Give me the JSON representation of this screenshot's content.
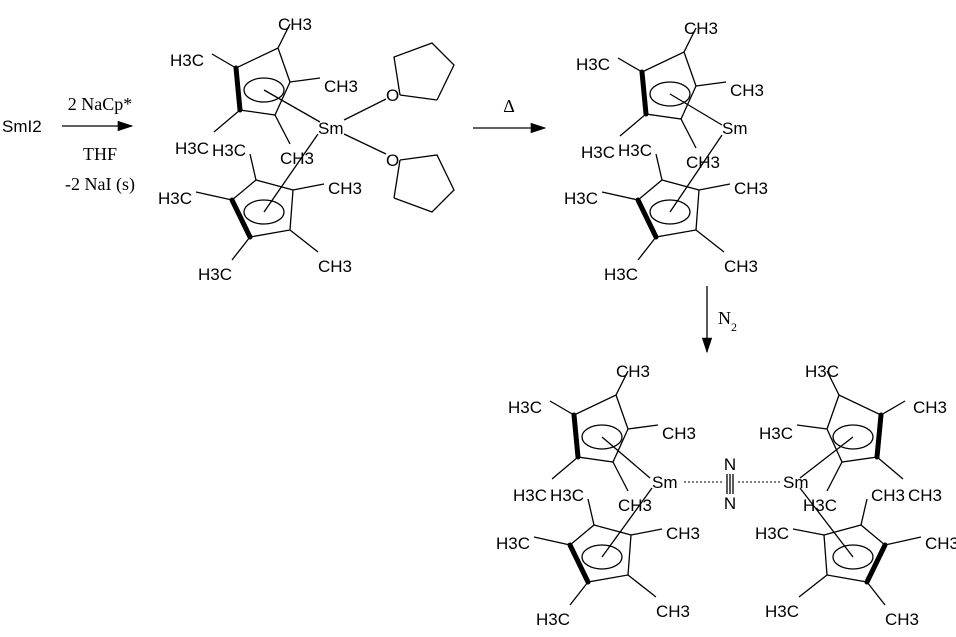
{
  "start_material": "SmI2",
  "step1": {
    "above": "2 NaCp*",
    "below": [
      "THF",
      "-2 NaI (s)"
    ]
  },
  "step2": {
    "condition": "Δ"
  },
  "step3": {
    "condition": "N2"
  },
  "atoms": {
    "samarium": "Sm",
    "oxygen": "O",
    "nitrogen": "N",
    "methyl_right": "CH3",
    "methyl_left": "H3C"
  },
  "colors": {
    "ink": "#000000",
    "background": "#ffffff"
  }
}
